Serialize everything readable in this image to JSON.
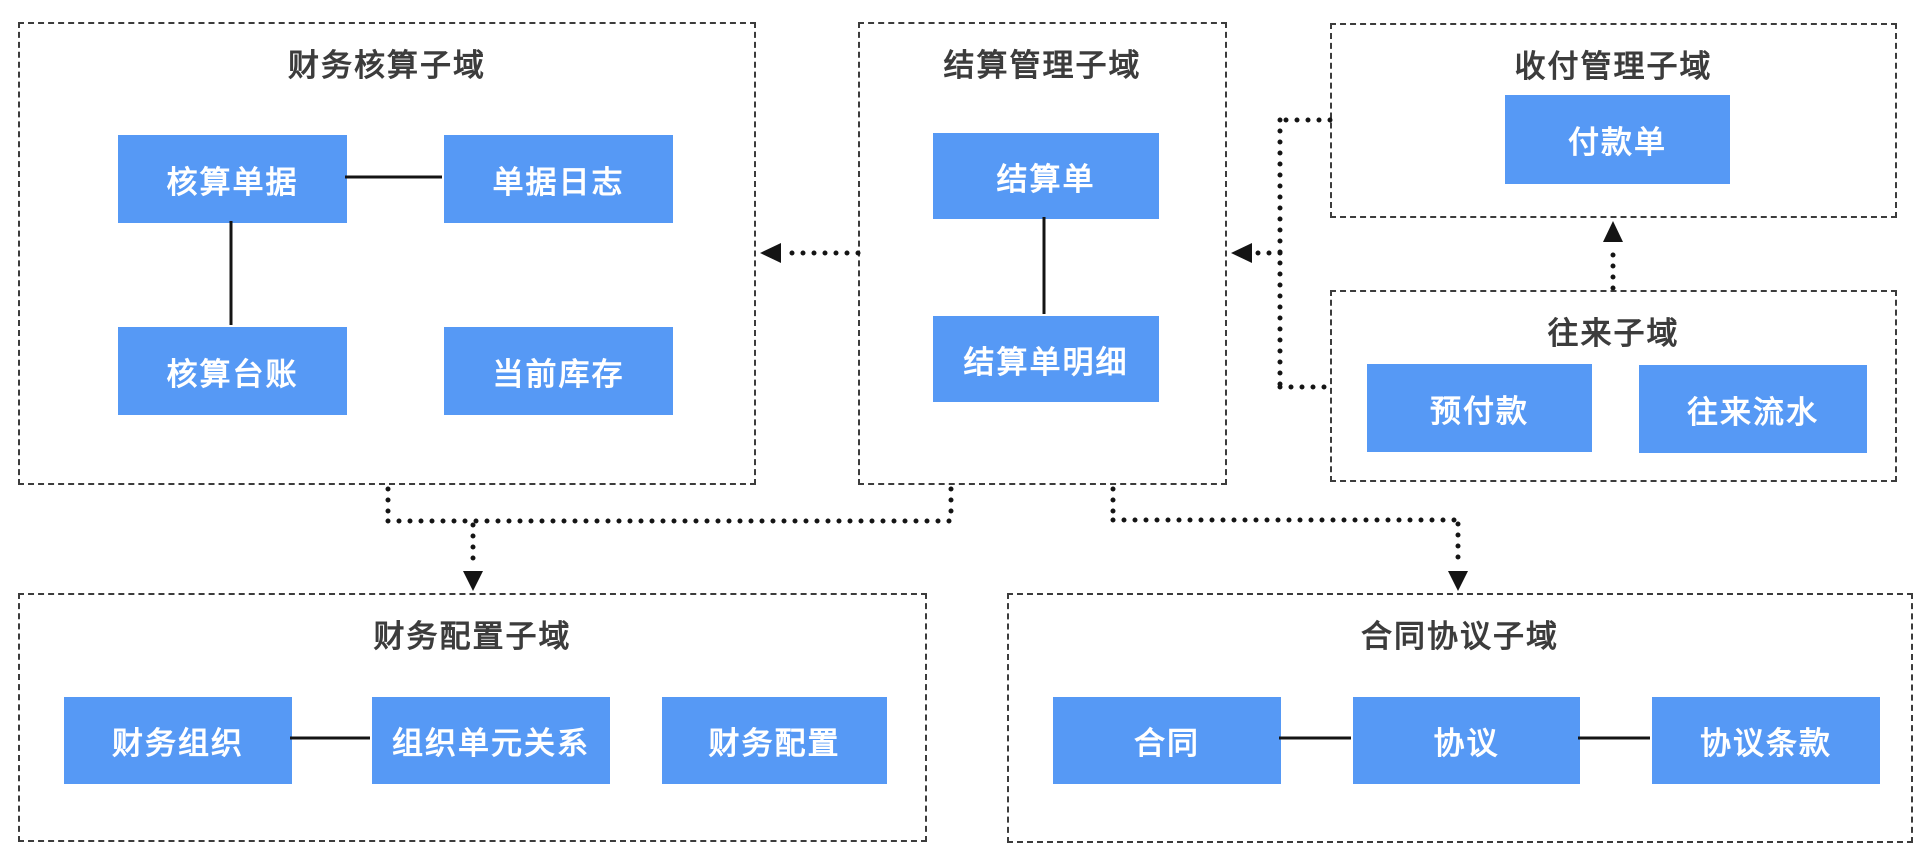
{
  "diagram": {
    "colors": {
      "node_fill": "#5699F5",
      "node_text": "#ffffff",
      "domain_border": "#3c3c3c",
      "title_text": "#3c3c3c",
      "edge": "#141414",
      "background": "#ffffff"
    },
    "domains": [
      {
        "title": "财务核算子域",
        "nodes": [
          {
            "label": "核算单据"
          },
          {
            "label": "单据日志"
          },
          {
            "label": "核算台账"
          },
          {
            "label": "当前库存"
          }
        ]
      },
      {
        "title": "结算管理子域",
        "nodes": [
          {
            "label": "结算单"
          },
          {
            "label": "结算单明细"
          }
        ]
      },
      {
        "title": "收付管理子域",
        "nodes": [
          {
            "label": "付款单"
          }
        ]
      },
      {
        "title": "往来子域",
        "nodes": [
          {
            "label": "预付款"
          },
          {
            "label": "往来流水"
          }
        ]
      },
      {
        "title": "财务配置子域",
        "nodes": [
          {
            "label": "财务组织"
          },
          {
            "label": "组织单元关系"
          },
          {
            "label": "财务配置"
          }
        ]
      },
      {
        "title": "合同协议子域",
        "nodes": [
          {
            "label": "合同"
          },
          {
            "label": "协议"
          },
          {
            "label": "协议条款"
          }
        ]
      }
    ],
    "edges": {
      "solid_relations": [
        {
          "from": "核算单据",
          "to": "单据日志"
        },
        {
          "from": "核算单据",
          "to": "核算台账"
        },
        {
          "from": "结算单",
          "to": "结算单明细"
        },
        {
          "from": "财务组织",
          "to": "组织单元关系"
        },
        {
          "from": "合同",
          "to": "协议"
        },
        {
          "from": "协议",
          "to": "协议条款"
        }
      ],
      "dotted_dependencies": [
        {
          "from": "结算管理子域",
          "to": "财务核算子域"
        },
        {
          "from": "收付管理子域",
          "to": "结算管理子域"
        },
        {
          "from": "往来子域",
          "to": "结算管理子域"
        },
        {
          "from": "往来子域",
          "to": "收付管理子域"
        },
        {
          "from": "财务核算子域",
          "to": "财务配置子域"
        },
        {
          "from": "结算管理子域",
          "to": "财务配置子域"
        },
        {
          "from": "结算管理子域",
          "to": "合同协议子域"
        }
      ]
    }
  }
}
